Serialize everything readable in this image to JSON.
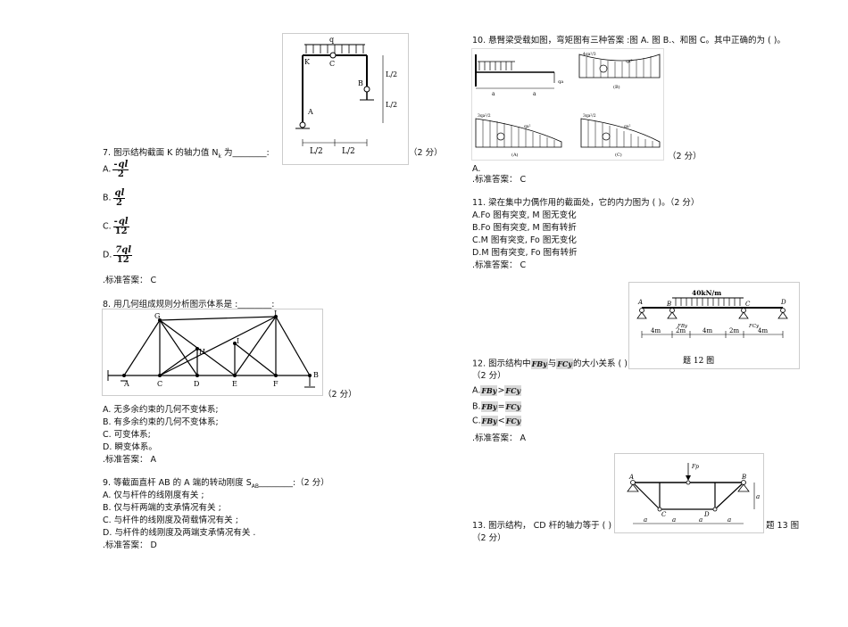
{
  "left": {
    "q7": {
      "stem": "7. 图示结构截面 K 的轴力值 N",
      "sub": "k",
      "tail": " 为________:",
      "score": "（2 分）",
      "figure": {
        "q": "q",
        "K": "K",
        "C": "C",
        "B": "B",
        "A": "A",
        "half1": "L/2",
        "half2": "L/2",
        "vlabel1": "L/2",
        "vlabel2": "L/2"
      },
      "options": [
        {
          "label": "A.",
          "sign": "-",
          "num": "ql",
          "den": "2"
        },
        {
          "label": "B.",
          "sign": "",
          "num": "ql",
          "den": "2"
        },
        {
          "label": "C.",
          "sign": "-",
          "num": "ql",
          "den": "12"
        },
        {
          "label": "D.",
          "sign": "",
          "num": "7ql",
          "den": "12"
        }
      ],
      "answer": ".标准答案： C"
    },
    "q8": {
      "stem": "8. 用几何组成规则分析图示体系是 :________:",
      "score": "（2 分）",
      "figure": {
        "G": "G",
        "J": "J",
        "H": "H",
        "I": "I",
        "A": "A",
        "C": "C",
        "D": "D",
        "E": "E",
        "F": "F",
        "B": "B"
      },
      "options": [
        "A. 无多余约束的几何不变体系;",
        "B. 有多余约束的几何不变体系;",
        "C. 可变体系;",
        "D. 瞬变体系。"
      ],
      "answer": ".标准答案： A"
    },
    "q9": {
      "stem": "9. 等截面直杆 AB 的 A 端的转动刚度 S",
      "sub": "AB",
      "tail": "________:（2 分）",
      "options": [
        "A. 仅与杆件的线刚度有关 ;",
        "B. 仅与杆两端的支承情况有关 ;",
        "C. 与杆件的线刚度及荷载情况有关 ;",
        "D. 与杆件的线刚度及两端支承情况有关 ."
      ],
      "answer": ".标准答案： D"
    }
  },
  "right": {
    "q10": {
      "stem": "10. 悬臂梁受载如图，弯矩图有三种答案 :图 A. 图 B.、和图 C。其中正确的为 ( )。",
      "score": "（2 分）",
      "figure": {
        "qa": "qa",
        "a1": "a",
        "a2": "a",
        "b_top": "4qa²/3",
        "b_right": "qa²",
        "b_lbl": "(B)",
        "a_top": "3qa²/2",
        "a_right": "qa²",
        "a_lbl": "(A)",
        "c_top": "3qa²/2",
        "c_right": "qa²",
        "c_lbl": "(C)"
      },
      "optionA": "A.",
      "answer": ".标准答案： C"
    },
    "q11": {
      "stem": "11. 梁在集中力偶作用的截面处，它的内力图为 ( )。（2 分）",
      "options": [
        "A.Fo 图有突变, M 图无变化",
        "B.Fo 图有突变, M 图有转折",
        "C.M 图有突变, Fo 图无变化",
        "D.M 图有突变, Fo 图有转折"
      ],
      "answer": ".标准答案： C"
    },
    "q12": {
      "stem_pre": "12. 图示结构中",
      "sym1": "FBy",
      "mid": "与",
      "sym2": "FCy",
      "stem_post": "的大小关系 ( )",
      "score": "（2 分）",
      "figure": {
        "load": "40kN/m",
        "A": "A",
        "B": "B",
        "C": "C",
        "D": "D",
        "Fby": "FBy",
        "Fcy": "FCy",
        "d1": "4m",
        "d2": "2m",
        "d3": "4m",
        "d4": "2m",
        "d5": "4m",
        "caption": "题 12 图"
      },
      "options": [
        {
          "label": "A.",
          "op": ">"
        },
        {
          "label": "B.",
          "op": "="
        },
        {
          "label": "C.",
          "op": "<"
        }
      ],
      "answer": ".标准答案： A"
    },
    "q13": {
      "stem": "13. 图示结构， CD 杆的轴力等于 ( )",
      "caption": "题 13 图",
      "score": "（2 分）",
      "figure": {
        "Fp": "Fp",
        "A": "A",
        "B": "B",
        "C": "C",
        "D": "D",
        "a": "a"
      }
    }
  }
}
